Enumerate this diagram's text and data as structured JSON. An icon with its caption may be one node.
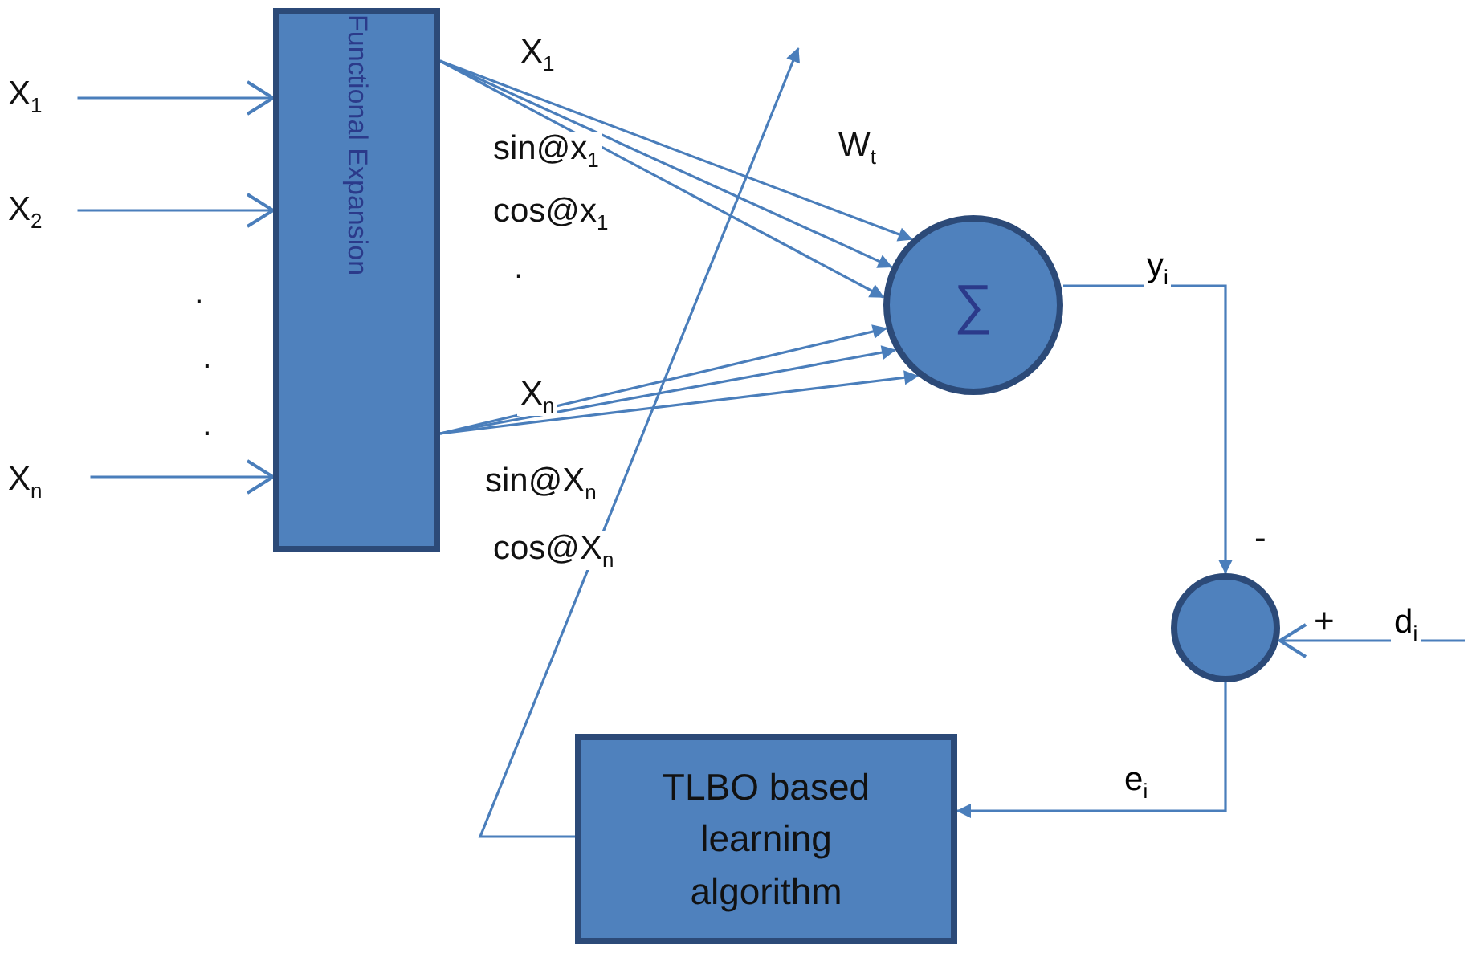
{
  "diagram": {
    "nodes": [
      {
        "text": [
          "X$_{1}$"
        ]
      },
      {
        "text": [
          "X$_{2}$"
        ]
      },
      {
        "text": [
          "X$_{n}$"
        ]
      },
      {
        "text": [
          "Functional Expansion"
        ]
      },
      {
        "text": [
          "∑"
        ]
      },
      {
        "text": [],
        "shape": "circle"
      },
      {
        "text": [
          "TLBO based learning algorithm"
        ]
      }
    ],
    "edges": [
      {
        "from": 0,
        "to": 3,
        "arrow": "to"
      },
      {
        "from": 1,
        "to": 3,
        "arrow": "to"
      },
      {
        "from": 2,
        "to": 3,
        "arrow": "to"
      },
      {
        "from": 3,
        "to": 4,
        "arrow": "to"
      },
      {
        "from": 3,
        "to": 4,
        "arrow": "to"
      },
      {
        "from": 3,
        "to": 4,
        "arrow": "to"
      },
      {
        "from": 3,
        "to": 4,
        "arrow": "to"
      },
      {
        "from": 3,
        "to": 4,
        "arrow": "to"
      },
      {
        "from": 3,
        "to": 4,
        "arrow": "to"
      },
      {
        "from": 4,
        "to": 5,
        "arrow": "to",
        "label": "y$_{i}$"
      },
      {
        "from": null,
        "to": 5,
        "arrow": "to",
        "label": "d$_{i}$"
      },
      {
        "from": 5,
        "to": 6,
        "arrow": "to",
        "label": "e$_{i}$"
      },
      {
        "from": 6,
        "to": null,
        "arrow": "to"
      }
    ],
    "labels": [
      "X$_{1}$",
      "W$_{t}$",
      "sin@x$_{1}$",
      "cos@x$_{1}$",
      ".",
      ".",
      ".",
      ".",
      "X$_{n}$",
      "sin@X$_{n}$",
      "cos@X$_{n}$",
      "-",
      "+"
    ]
  }
}
